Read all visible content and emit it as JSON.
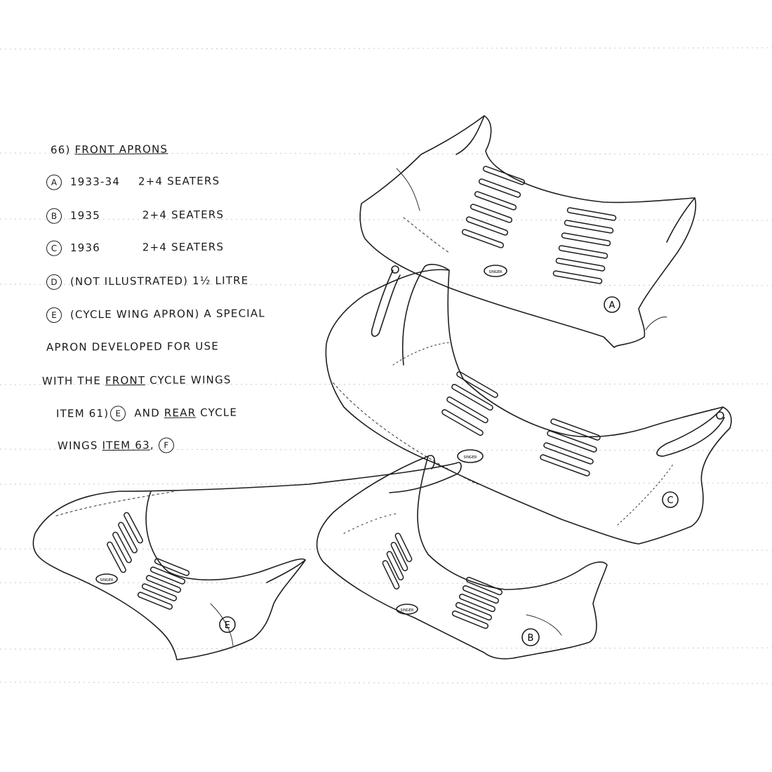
{
  "heading": {
    "num": "66",
    "title": "FRONT APRONS"
  },
  "items": [
    {
      "mark": "A",
      "year": "1933-34",
      "desc": "2+4 SEATERS"
    },
    {
      "mark": "B",
      "year": "1935",
      "desc": "2+4 SEATERS"
    },
    {
      "mark": "C",
      "year": "1936",
      "desc": "2+4 SEATERS"
    },
    {
      "mark": "D",
      "text": "(NOT ILLUSTRATED) 1½ LITRE"
    },
    {
      "mark": "E",
      "text": "(CYCLE WING APRON) A SPECIAL"
    }
  ],
  "para": {
    "line1": "APRON DEVELOPED FOR USE",
    "line2_pre": "WITH THE ",
    "line2_ul": "FRONT",
    "line2_post": " CYCLE WINGS",
    "line3_pre": "ITEM 61",
    "line3_mark": "E",
    "line3_mid": " AND ",
    "line3_ul": "REAR",
    "line3_post": " CYCLE",
    "line4_pre": "WINGS ",
    "line4_ul": "ITEM 63",
    "line4_mark": "F"
  },
  "labels": {
    "a": "A",
    "b": "B",
    "c": "C",
    "e": "E"
  },
  "badge_text": "SINGER"
}
